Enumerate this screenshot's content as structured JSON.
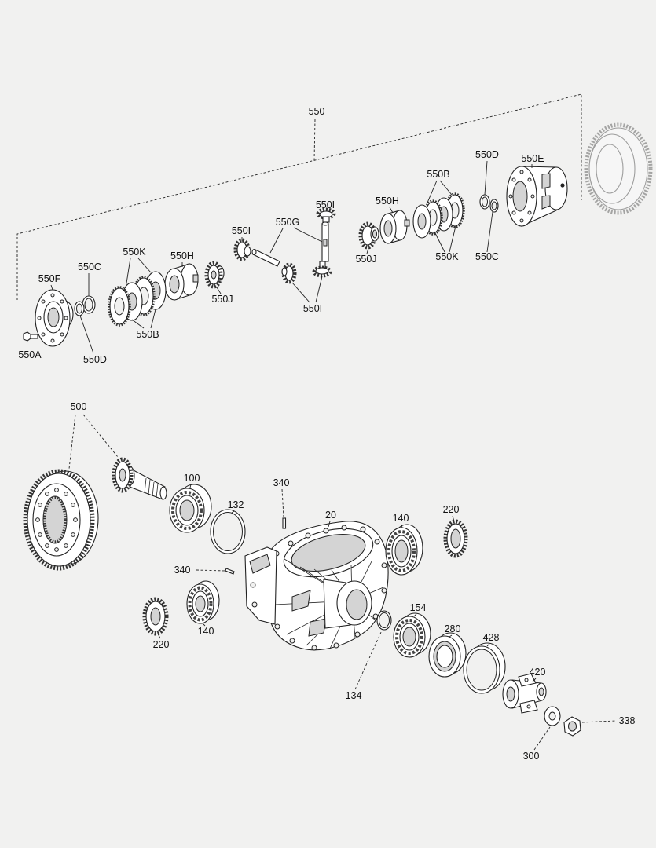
{
  "labels": [
    "550",
    "550D",
    "550E",
    "550B",
    "550I",
    "550H",
    "550G",
    "550I",
    "550K",
    "550H",
    "550C",
    "550F",
    "550J",
    "550J",
    "550K",
    "550C",
    "550I",
    "550B",
    "550A",
    "550D",
    "500",
    "100",
    "340",
    "132",
    "20",
    "140",
    "220",
    "340",
    "154",
    "280",
    "428",
    "140",
    "220",
    "134",
    "420",
    "338",
    "300"
  ]
}
